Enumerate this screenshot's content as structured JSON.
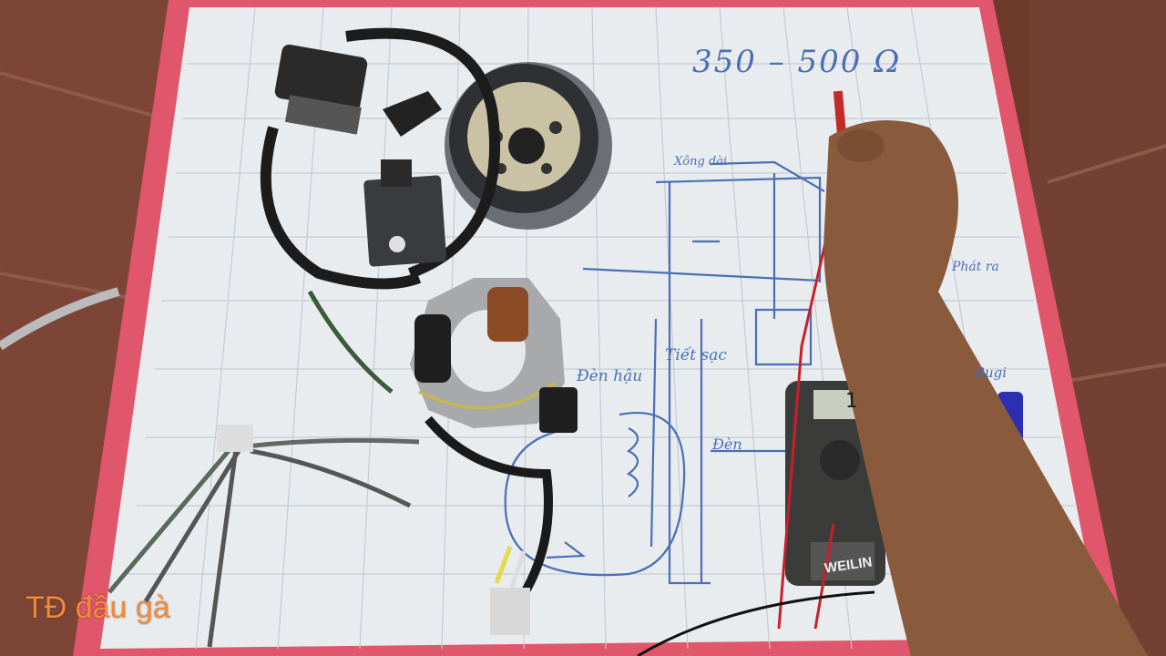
{
  "watermark": "TĐ đầu gà",
  "board_notes": {
    "resistance": "350 – 500 Ω",
    "den_ho": "Đèn hậu",
    "tiet_sac": "Tiết sạc",
    "xong_dai": "Xông dài",
    "den": "Đèn",
    "buzi": "Bugi",
    "phat_ra": "Phát ra"
  },
  "meter": {
    "reading": "1",
    "brand": "WEILIN"
  },
  "colors": {
    "board": "#e9ecef",
    "frame": "#e0566a",
    "ink": "#4a6fb5",
    "skin": "#8a5a3c"
  }
}
